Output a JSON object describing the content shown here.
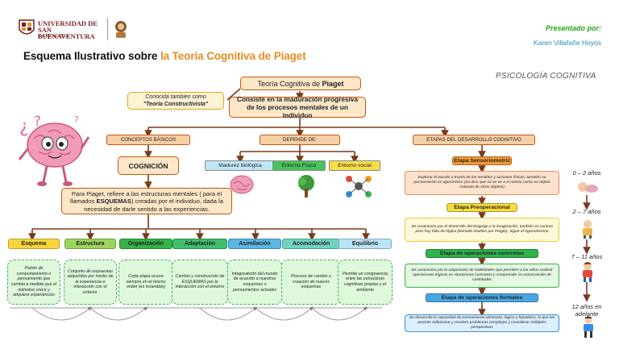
{
  "header": {
    "university_line1": "UNIVERSIDAD DE",
    "university_line2": "SAN BUENAVENTURA",
    "university_line3": "CARTAGENA",
    "presenter_label": "Presentado por:",
    "presenter_name": "Karen Villafañe Hoyos",
    "title_prefix": "Esquema Ilustrativo sobre ",
    "title_highlight": "la Teoría Cognitiva de Piaget",
    "subject": "PSICOLOGÍA COGNITIVA"
  },
  "theory": {
    "title_prefix": "Teoría Cognitiva de ",
    "title_bold": "Piaget",
    "also_known_line1": "Conocida tambien como",
    "also_known_line2": "\"Teoría Constructivista\"",
    "definition": "Consiste en la maduración progresiva de los procesos mentales de un individuo"
  },
  "basics": {
    "header": "CONCEPTOS BÁSICOS",
    "cognition": "COGNICIÓN",
    "cognition_def_1": "Para Piaget, refiere a las estructuras mentales ( para el llamados ",
    "cognition_def_bold": "ESQUEMAS",
    "cognition_def_2": ") creadas por el individuo, dada la necesidad de darle sentido a las experiencias."
  },
  "depends": {
    "header": "DEPENDE DE:",
    "items": [
      {
        "label": "Madurez biológica",
        "color": "#bfe5f7"
      },
      {
        "label": "Entorno Físico",
        "color": "#48c25a"
      },
      {
        "label": "Entorno social",
        "color": "#f7df4b"
      }
    ]
  },
  "concepts": [
    {
      "label": "Esquema",
      "color": "#f7d53b",
      "desc": "Patrón de comportamiento o pensamiento que cambia a medida que el individuo crece y adquiere experiencias"
    },
    {
      "label": "Estructura",
      "color": "#9bd45a",
      "desc": "Conjunto de respuestas adquiridas por medio de la experiencia e interacción con el exterior"
    },
    {
      "label": "Organización",
      "color": "#34b34a",
      "desc": "Cada etapa ocurre siempre en el mismo orden (es invariable)"
    },
    {
      "label": "Adaptación",
      "color": "#3fbf6a",
      "desc": "Cambio y construcción de ESQUEMAS por la interacción con el entorno"
    },
    {
      "label": "Asimilación",
      "color": "#5ab7e6",
      "desc": "Integreatción del mundo de acuerdo a nuestros esquemas o pensamientos actuales"
    },
    {
      "label": "Acomodación",
      "color": "#6fd3c0",
      "desc": "Proceso de cambio o creación de nuevos esquemas"
    },
    {
      "label": "Equilibrio",
      "color": "#b9e3f7",
      "desc": "Permite un congruencia entre las estructuras cognitivas propias y el ambiente"
    }
  ],
  "stages": {
    "header": "ETAPAS DEL DESARROLLO COGNITIVO",
    "items": [
      {
        "name": "Etapa Sensoriomotriz",
        "hdr_color": "#f59a34",
        "desc_bg": "#fde2cd",
        "desc_border": "#e88c5a",
        "desc": "Explorar el mundo a través de los sentidos y acciones físicas, también su pensamiento es egocéntrico (no dice que no se ve a sí mismo como un objeto rodeado de otros objetos)",
        "age": "0 – 2 años"
      },
      {
        "name": "Etapa Preoperacional",
        "hdr_color": "#f7dc3f",
        "desc_bg": "#fdf8d8",
        "desc_border": "#e6cf3a",
        "desc": "Se caracteriza por el desarrollo del lenguaje y la imaginación, también es curioso pero hay falta de lógica (llamado intuitivo por Piaget). Sigue el egocentrismo",
        "age": "2 – 7 años"
      },
      {
        "name": "Etapa de operaciones concretas",
        "hdr_color": "#2fb34a",
        "desc_bg": "#e3f7e1",
        "desc_border": "#39b24b",
        "desc": "Se caracteriza por la adquisición de habilidades que permiten a los niños realizar operaciones lógicas en situaciones concretas y comprender la conservación de cantidades",
        "age": "7 – 11 años"
      },
      {
        "name": "Etapa de operaciones formales",
        "hdr_color": "#4aa6e0",
        "desc_bg": "#dcefff",
        "desc_border": "#3f8fd3",
        "desc": "Se desarrolla la capacidad de pensamiento abstracto, lógico y hipotético, lo que les permite reflexionar y resolver problemas complejos y considerar múltiples perspectivas",
        "age": "12 años en adelante"
      }
    ]
  },
  "colors": {
    "accent": "#e88c1f",
    "wire": "#7a3a1a",
    "box_border": "#c4560f"
  }
}
